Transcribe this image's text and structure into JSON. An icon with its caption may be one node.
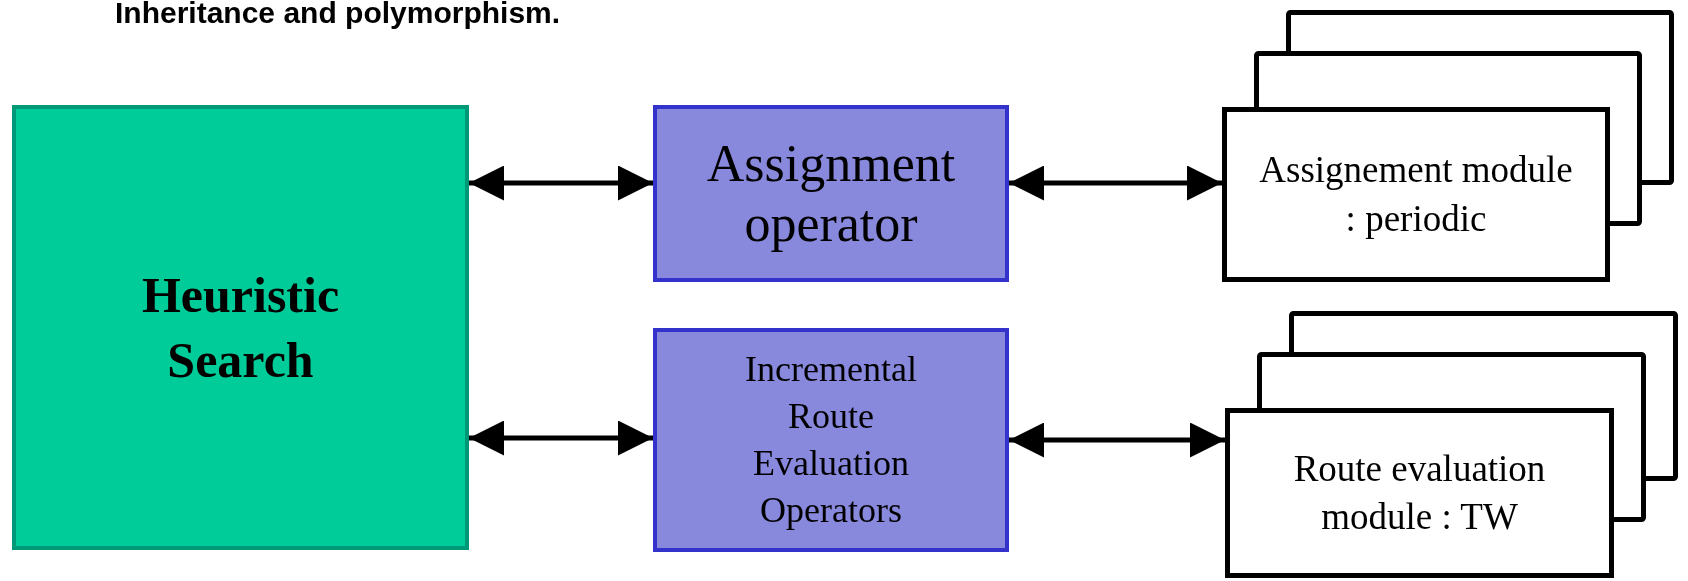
{
  "diagram": {
    "nodes": [
      {
        "text": [
          "Heuristic Search"
        ]
      },
      {
        "text": [
          "Assignment operator"
        ]
      },
      {
        "text": [
          "Incremental Route Evaluation Operators"
        ]
      },
      {
        "text": [
          "Assignement module : periodic"
        ]
      },
      {
        "text": [
          "Route evaluation module : TW"
        ]
      }
    ],
    "edges": [
      {
        "from": 0,
        "to": 1,
        "arrow": "both"
      },
      {
        "from": 0,
        "to": 2,
        "arrow": "both"
      },
      {
        "from": 1,
        "to": 3,
        "arrow": "both"
      },
      {
        "from": 2,
        "to": 4,
        "arrow": "both"
      }
    ],
    "labels": [
      "Inheritance and polymorphism."
    ]
  }
}
